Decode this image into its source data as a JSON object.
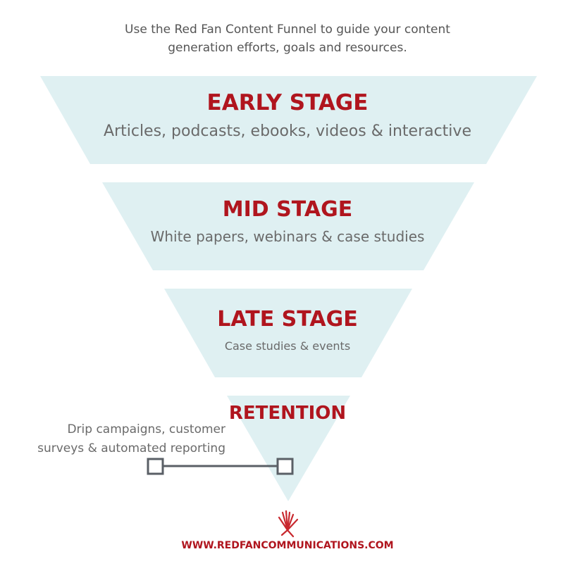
{
  "intro": [
    "Use the Red Fan Content Funnel to guide your content",
    "generation efforts, goals and resources."
  ],
  "stages": [
    {
      "title": "EARLY STAGE",
      "content": "Articles, podcasts, ebooks, videos & interactive"
    },
    {
      "title": "MID STAGE",
      "content": "White papers, webinars & case studies"
    },
    {
      "title": "LATE STAGE",
      "content": "Case studies & events"
    },
    {
      "title": "RETENTION",
      "content_lines": [
        "Drip campaigns, customer",
        "surveys & automated reporting"
      ]
    }
  ],
  "footer": {
    "url": "WWW.REDFANCOMMUNICATIONS.COM"
  },
  "colors": {
    "funnel": "#dff0f2",
    "accent": "#b0151e",
    "text": "#6a6a6a",
    "connector": "#5a5f66"
  }
}
